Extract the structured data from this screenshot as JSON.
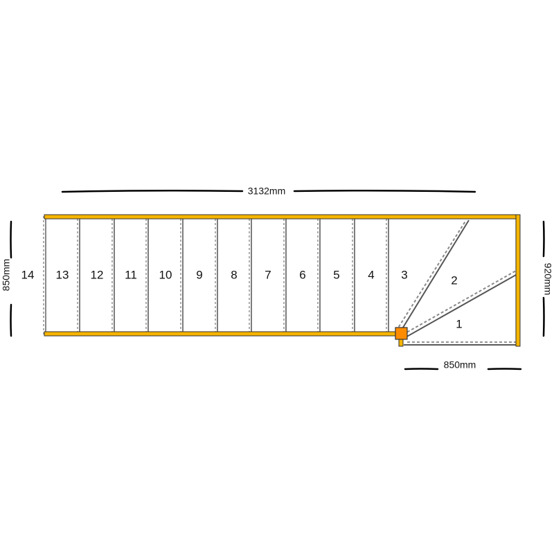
{
  "dimensions": {
    "total_length": "3132mm",
    "left_width": "850mm",
    "right_width": "920mm",
    "bottom_width": "850mm"
  },
  "steps": [
    "1",
    "2",
    "3",
    "4",
    "5",
    "6",
    "7",
    "8",
    "9",
    "10",
    "11",
    "12",
    "13",
    "14"
  ],
  "colors": {
    "stringer": "#F5B400",
    "stringer_outline": "#333333",
    "newel_post": "#FF8C00",
    "tread_line": "#555555",
    "dashed": "#888888"
  }
}
